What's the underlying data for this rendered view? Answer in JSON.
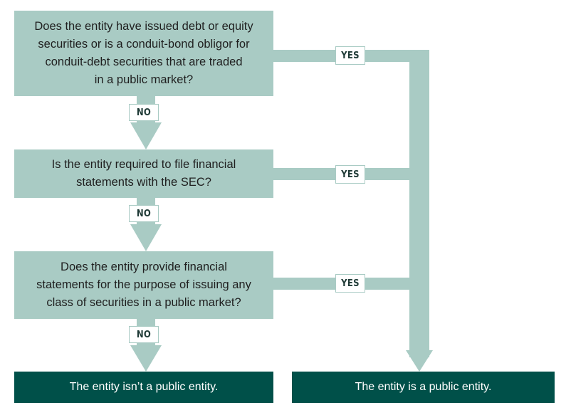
{
  "colors": {
    "light_teal": "#a9cbc4",
    "dark_teal": "#005049",
    "text": "#1f1f1f"
  },
  "questions": [
    "Does the entity have issued debt or equity\nsecurities or is a conduit-bond obligor for\nconduit-debt securities that are traded\nin a public market?",
    "Is the entity required to file financial\nstatements with the SEC?",
    "Does the entity provide financial\nstatements for the purpose of  issuing any\nclass of securities in a public market?"
  ],
  "labels": {
    "no": "NO",
    "yes": "YES"
  },
  "outcomes": {
    "not_public": "The entity isn’t a public entity.",
    "public": "The entity is a public entity."
  }
}
